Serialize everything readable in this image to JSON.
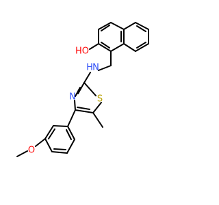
{
  "atom_labels": {
    "hydroxyl": "HO",
    "amine": "H",
    "amine_n": "N",
    "thiazole_n": "N",
    "thiazole_s": "S",
    "methoxy_o": "O"
  },
  "colors": {
    "bond": "#000000",
    "oxygen": "#ff0d0d",
    "nitrogen": "#3050f8",
    "sulfur": "#b8a000"
  }
}
